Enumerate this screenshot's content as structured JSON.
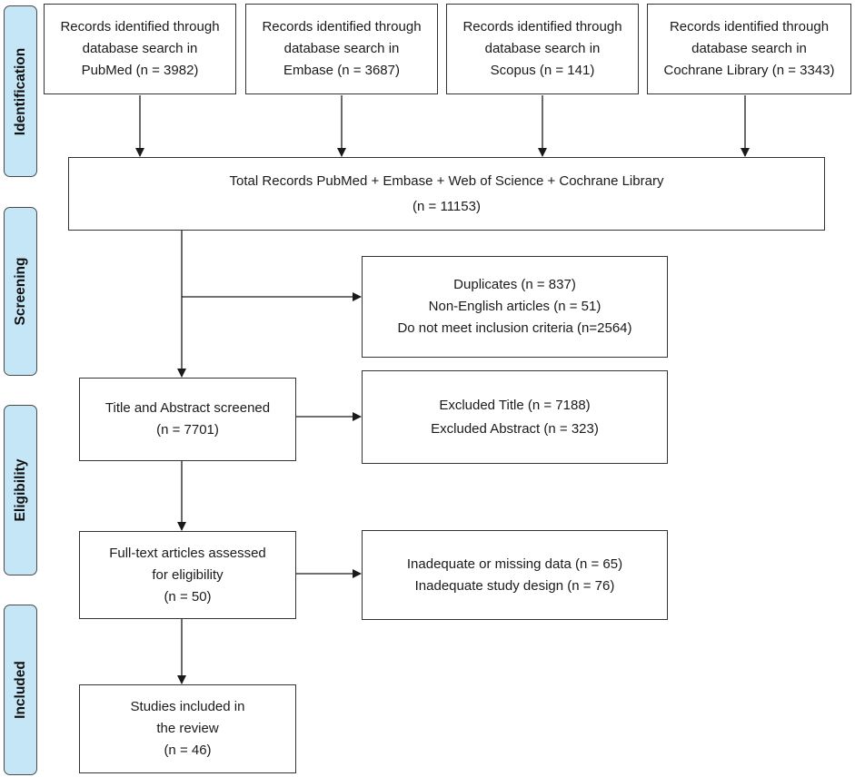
{
  "phases": {
    "identification": "Identification",
    "screening": "Screening",
    "eligibility": "Eligibility",
    "included": "Included"
  },
  "sources": [
    {
      "lines": [
        "Records identified through",
        "database search in",
        "PubMed (n = 3982)"
      ]
    },
    {
      "lines": [
        "Records identified through",
        "database search in",
        "Embase (n = 3687)"
      ]
    },
    {
      "lines": [
        "Records identified through",
        "database search in",
        "Scopus (n = 141)"
      ]
    },
    {
      "lines": [
        "Records identified through",
        "database search in",
        "Cochrane Library (n = 3343)"
      ]
    }
  ],
  "total": {
    "lines": [
      "Total Records PubMed + Embase + Web of Science + Cochrane Library",
      "(n = 11153)"
    ]
  },
  "removed": {
    "lines": [
      "Duplicates (n = 837)",
      "Non-English articles (n = 51)",
      "Do not meet inclusion criteria (n=2564)"
    ]
  },
  "screened": {
    "lines": [
      "Title and Abstract screened",
      "(n = 7701)"
    ]
  },
  "excluded_screen": {
    "lines": [
      "Excluded Title (n = 7188)",
      "Excluded Abstract (n = 323)"
    ]
  },
  "fulltext": {
    "lines": [
      "Full-text articles assessed",
      "for eligibility",
      "(n = 50)"
    ]
  },
  "excluded_fulltext": {
    "lines": [
      "Inadequate or missing data (n = 65)",
      "Inadequate study design (n = 76)"
    ]
  },
  "included": {
    "lines": [
      "Studies included in",
      "the review",
      "(n = 46)"
    ]
  }
}
